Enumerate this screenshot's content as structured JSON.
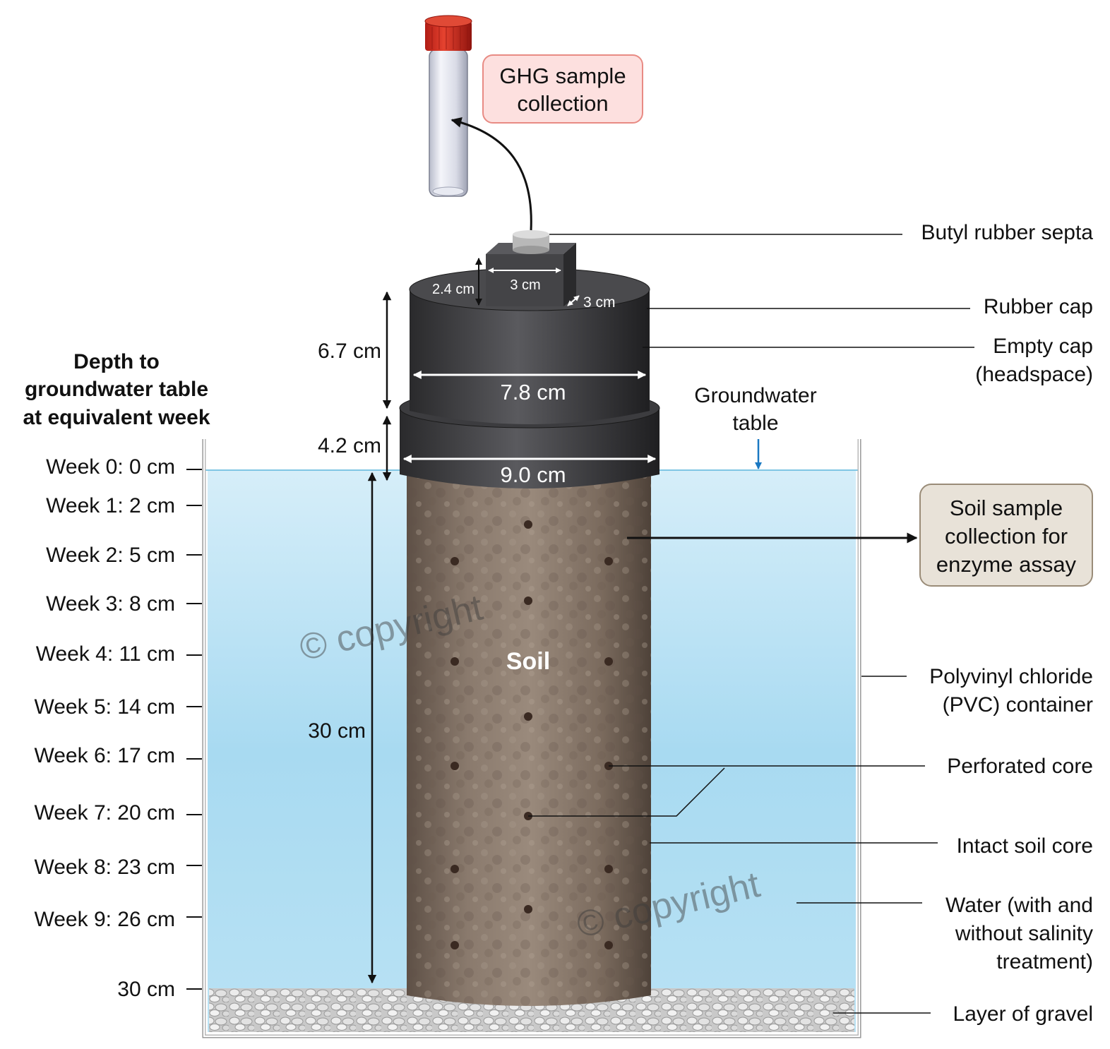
{
  "depth_panel": {
    "title_lines": [
      "Depth to",
      "groundwater table",
      "at equivalent week"
    ],
    "weeks": [
      "Week 0: 0 cm",
      "Week 1: 2 cm",
      "Week 2: 5 cm",
      "Week 3: 8 cm",
      "Week 4: 11 cm",
      "Week 5: 14 cm",
      "Week 6: 17 cm",
      "Week 7: 20 cm",
      "Week 8: 23 cm",
      "Week 9: 26 cm",
      "30 cm"
    ]
  },
  "callouts": {
    "ghg_lines": [
      "GHG sample",
      "collection"
    ],
    "soil_lines": [
      "Soil sample",
      "collection for",
      "enzyme assay"
    ]
  },
  "dimensions": {
    "cap_height": "6.7 cm",
    "collar_height": "4.2 cm",
    "core_depth": "30 cm",
    "cap_width": "7.8 cm",
    "collar_width": "9.0 cm",
    "port_height": "2.4 cm",
    "port_width": "3 cm",
    "port_depth": "3 cm"
  },
  "groundwater_lines": [
    "Groundwater",
    "table"
  ],
  "soil_label": "Soil",
  "watermark": "© copyright",
  "labels": {
    "butyl": "Butyl rubber septa",
    "rubber_cap": "Rubber cap",
    "empty_cap_lines": [
      "Empty cap",
      "(headspace)"
    ],
    "pvc_lines": [
      "Polyvinyl chloride",
      "(PVC) container"
    ],
    "perforated": "Perforated core",
    "intact": "Intact soil core",
    "water_lines": [
      "Water (with and",
      "without salinity",
      "treatment)"
    ],
    "gravel": "Layer of gravel"
  },
  "colors": {
    "water": "#aedcf0",
    "soil": "#7a6a5e",
    "cap": "#3a3a3c",
    "ghg_box": "#fde0df",
    "soil_box": "#e8e2d8",
    "groundwater_arrow": "#1a78c2"
  }
}
